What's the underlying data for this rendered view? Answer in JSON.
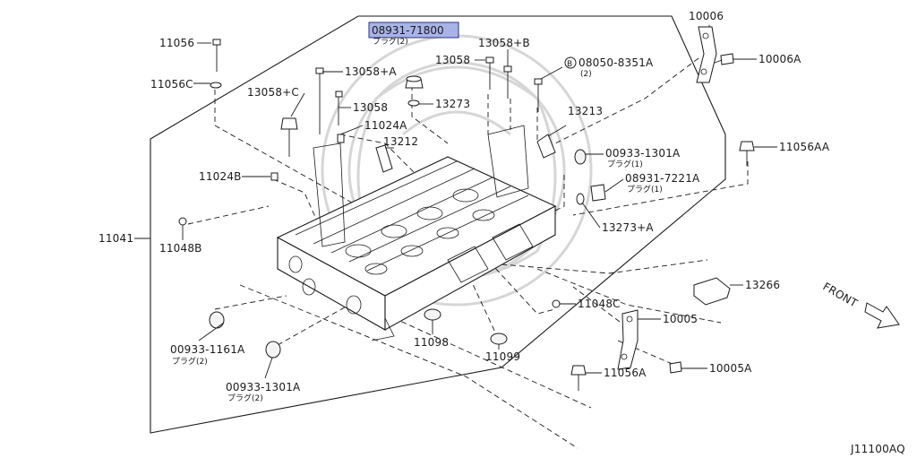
{
  "diagram": {
    "doc_code": "J11100AQ",
    "front_label": "FRONT",
    "highlighted_part": "08931-71800",
    "labels": {
      "l_10006": "10006",
      "l_08931_71800": "08931-71800",
      "l_08931_71800_sub": "プラグ(2)",
      "l_11056": "11056",
      "l_13058_b": "13058+B",
      "l_13058_a": "13058+A",
      "l_13058_top": "13058",
      "l_08050": "08050-8351A",
      "l_08050_circle": "B",
      "l_08050_sub": "(2)",
      "l_10006a": "10006A",
      "l_11056c": "11056C",
      "l_13058_c": "13058+C",
      "l_13058_mid": "13058",
      "l_13273": "13273",
      "l_13213": "13213",
      "l_11024a": "11024A",
      "l_13212": "13212",
      "l_00933_1301a_top": "00933-1301A",
      "l_00933_1301a_top_sub": "プラグ(1)",
      "l_11056aa": "11056AA",
      "l_08931_7221a": "08931-7221A",
      "l_08931_7221a_sub": "プラグ(1)",
      "l_11024b": "11024B",
      "l_13273a": "13273+A",
      "l_11041": "11041",
      "l_11048b": "11048B",
      "l_13266": "13266",
      "l_11048c": "11048C",
      "l_10005": "10005",
      "l_00933_1161a": "00933-1161A",
      "l_00933_1161a_sub": "プラグ(2)",
      "l_11098": "11098",
      "l_11099": "11099",
      "l_10005a": "10005A",
      "l_11056a": "11056A",
      "l_00933_1301a_bot": "00933-1301A",
      "l_00933_1301a_bot_sub": "プラグ(2)"
    }
  }
}
